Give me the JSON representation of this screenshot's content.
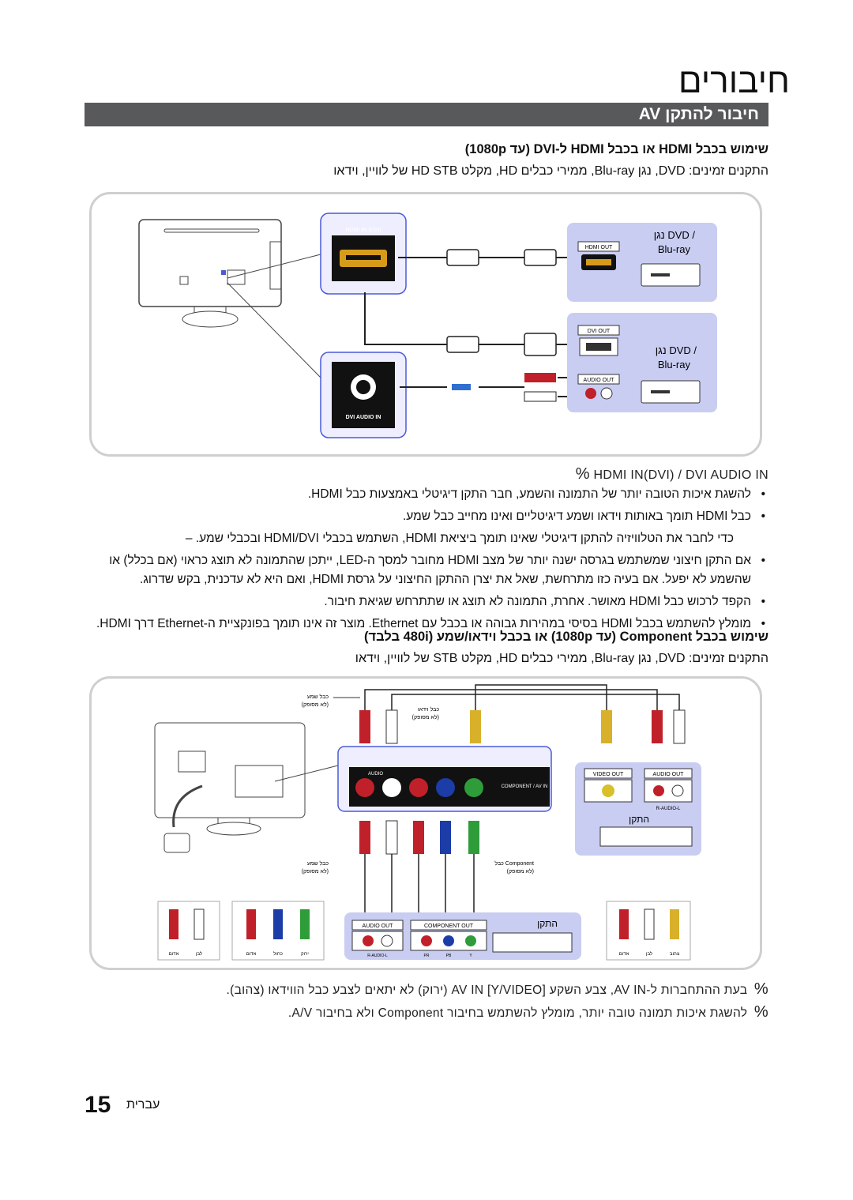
{
  "page_title": "חיבורים",
  "section_title": "חיבור להתקן AV",
  "hdmi_section": {
    "heading": "שימוש בכבל HDMI או בכבל HDMI ל-DVI (עד 1080p)",
    "devices_line": "התקנים זמינים: DVD, נגן Blu-ray, ממירי כבלים HD, מקלט HD STB של לוויין, וידאו",
    "panel_hdmi_in": "HDMI IN (DVI)",
    "panel_dvi_audio_in": "DVI AUDIO IN",
    "dev1_port": "HDMI OUT",
    "dev1_name": "נגן DVD /",
    "dev1_name2": "Blu-ray",
    "dev2_port1": "DVI OUT",
    "dev2_port2": "AUDIO OUT",
    "dev2_name": "נגן DVD /",
    "dev2_name2": "Blu-ray"
  },
  "hdmi_notes": {
    "heading": "HDMI IN(DVI) / DVI AUDIO IN",
    "bullets": [
      "להשגת איכות הטובה יותר של התמונה והשמע, חבר התקן דיגיטלי באמצעות כבל HDMI.",
      "כבל HDMI תומך באותות וידאו ושמע דיגיטליים ואינו מחייב כבל שמע.",
      "כדי לחבר את הטלוויזיה להתקן דיגיטלי שאינו תומך ביציאת HDMI, השתמש בכבלי HDMI/DVI ובכבלי שמע.",
      "אם התקן חיצוני שמשתמש בגרסה ישנה יותר של מצב HDMI מחובר למסך ה-LED, ייתכן שהתמונה לא תוצג כראוי (אם בכלל) או שהשמע לא יפעל. אם בעיה כזו מתרחשת, שאל את יצרן ההתקן החיצוני על גרסת HDMI, ואם היא לא עדכנית, בקש שדרוג.",
      "הקפד לרכוש כבל HDMI מאושר. אחרת, התמונה לא תוצג או שתתרחש שגיאת חיבור.",
      "מומלץ להשתמש בכבל HDMI בסיסי במהירות גבוהה או בכבל עם Ethernet. מוצר זה אינו תומך בפונקציית ה-Ethernet דרך HDMI."
    ],
    "sub_index": 2
  },
  "component_section": {
    "heading": "שימוש בכבל Component (עד 1080p) או בכבל וידאו/שמע (480i בלבד)",
    "devices_line": "התקנים זמינים: DVD, נגן Blu-ray, ממירי כבלים HD, מקלט STB של לוויין, וידאו",
    "label_audio_cable": "כבל שמע",
    "label_audio_cable_sub": "(לא מסופק)",
    "label_video_cable": "כבל וידאו",
    "label_video_cable_sub": "(לא מסופק)",
    "label_component_cable": "כבל Component",
    "label_component_cable_sub": "(לא מסופק)",
    "panel_audio": "AUDIO",
    "panel_component": "COMPONENT / AV IN",
    "dev_video_out": "VIDEO OUT",
    "dev_audio_out": "AUDIO OUT",
    "dev_audio_sub": "R-AUDIO-L",
    "dev_name": "התקן",
    "bottom_audio_out": "AUDIO OUT",
    "bottom_component_out": "COMPONENT OUT",
    "bottom_audio_sub": "R-AUDIO-L",
    "bottom_pr": "PR",
    "bottom_pb": "PB",
    "bottom_y": "Y",
    "bottom_dev_name": "התקן",
    "plug_labels_left": [
      "אדום",
      "לבן"
    ],
    "plug_labels_mid": [
      "אדום",
      "כחול",
      "ירוק"
    ],
    "plug_labels_right": [
      "אדום",
      "לבן",
      "צהוב"
    ]
  },
  "footer_notes": [
    "בעת ההתחברות ל-AV IN, צבע השקע [Y/VIDEO] AV IN (ירוק) לא יתאים לצבע כבל הווידאו (צהוב).",
    "להשגת איכות תמונה טובה יותר, מומלץ להשתמש בחיבור Component ולא בחיבור A/V."
  ],
  "page_number": "15",
  "page_word": "עברית"
}
